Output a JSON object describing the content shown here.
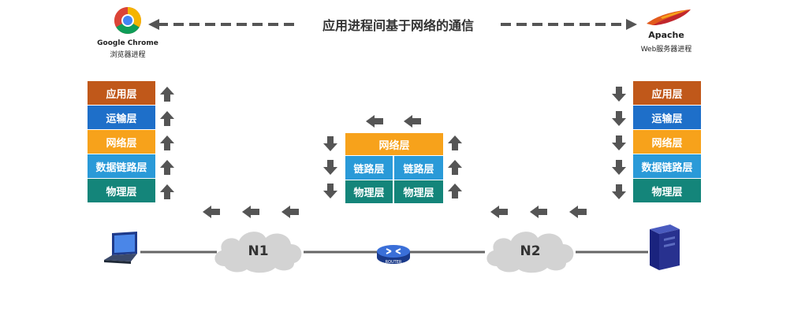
{
  "title": "应用进程间基于网络的通信",
  "client": {
    "name": "Google Chrome",
    "sub": "浏览器进程"
  },
  "server": {
    "name": "Apache",
    "sub": "Web服务器进程"
  },
  "left_stack": [
    "应用层",
    "运输层",
    "网络层",
    "数据链路层",
    "物理层"
  ],
  "right_stack": [
    "应用层",
    "运输层",
    "网络层",
    "数据链路层",
    "物理层"
  ],
  "router_stack": {
    "network": "网络层",
    "link_left": "链路层",
    "link_right": "链路层",
    "phys_left": "物理层",
    "phys_right": "物理层"
  },
  "clouds": {
    "n1": "N1",
    "n2": "N2"
  },
  "router_label": "ROUTER",
  "colors": {
    "app": "#c0581a",
    "transport": "#1e6fc9",
    "network": "#f7a21b",
    "link": "#2a9ad8",
    "physical": "#14857a",
    "arrow": "#555555"
  }
}
